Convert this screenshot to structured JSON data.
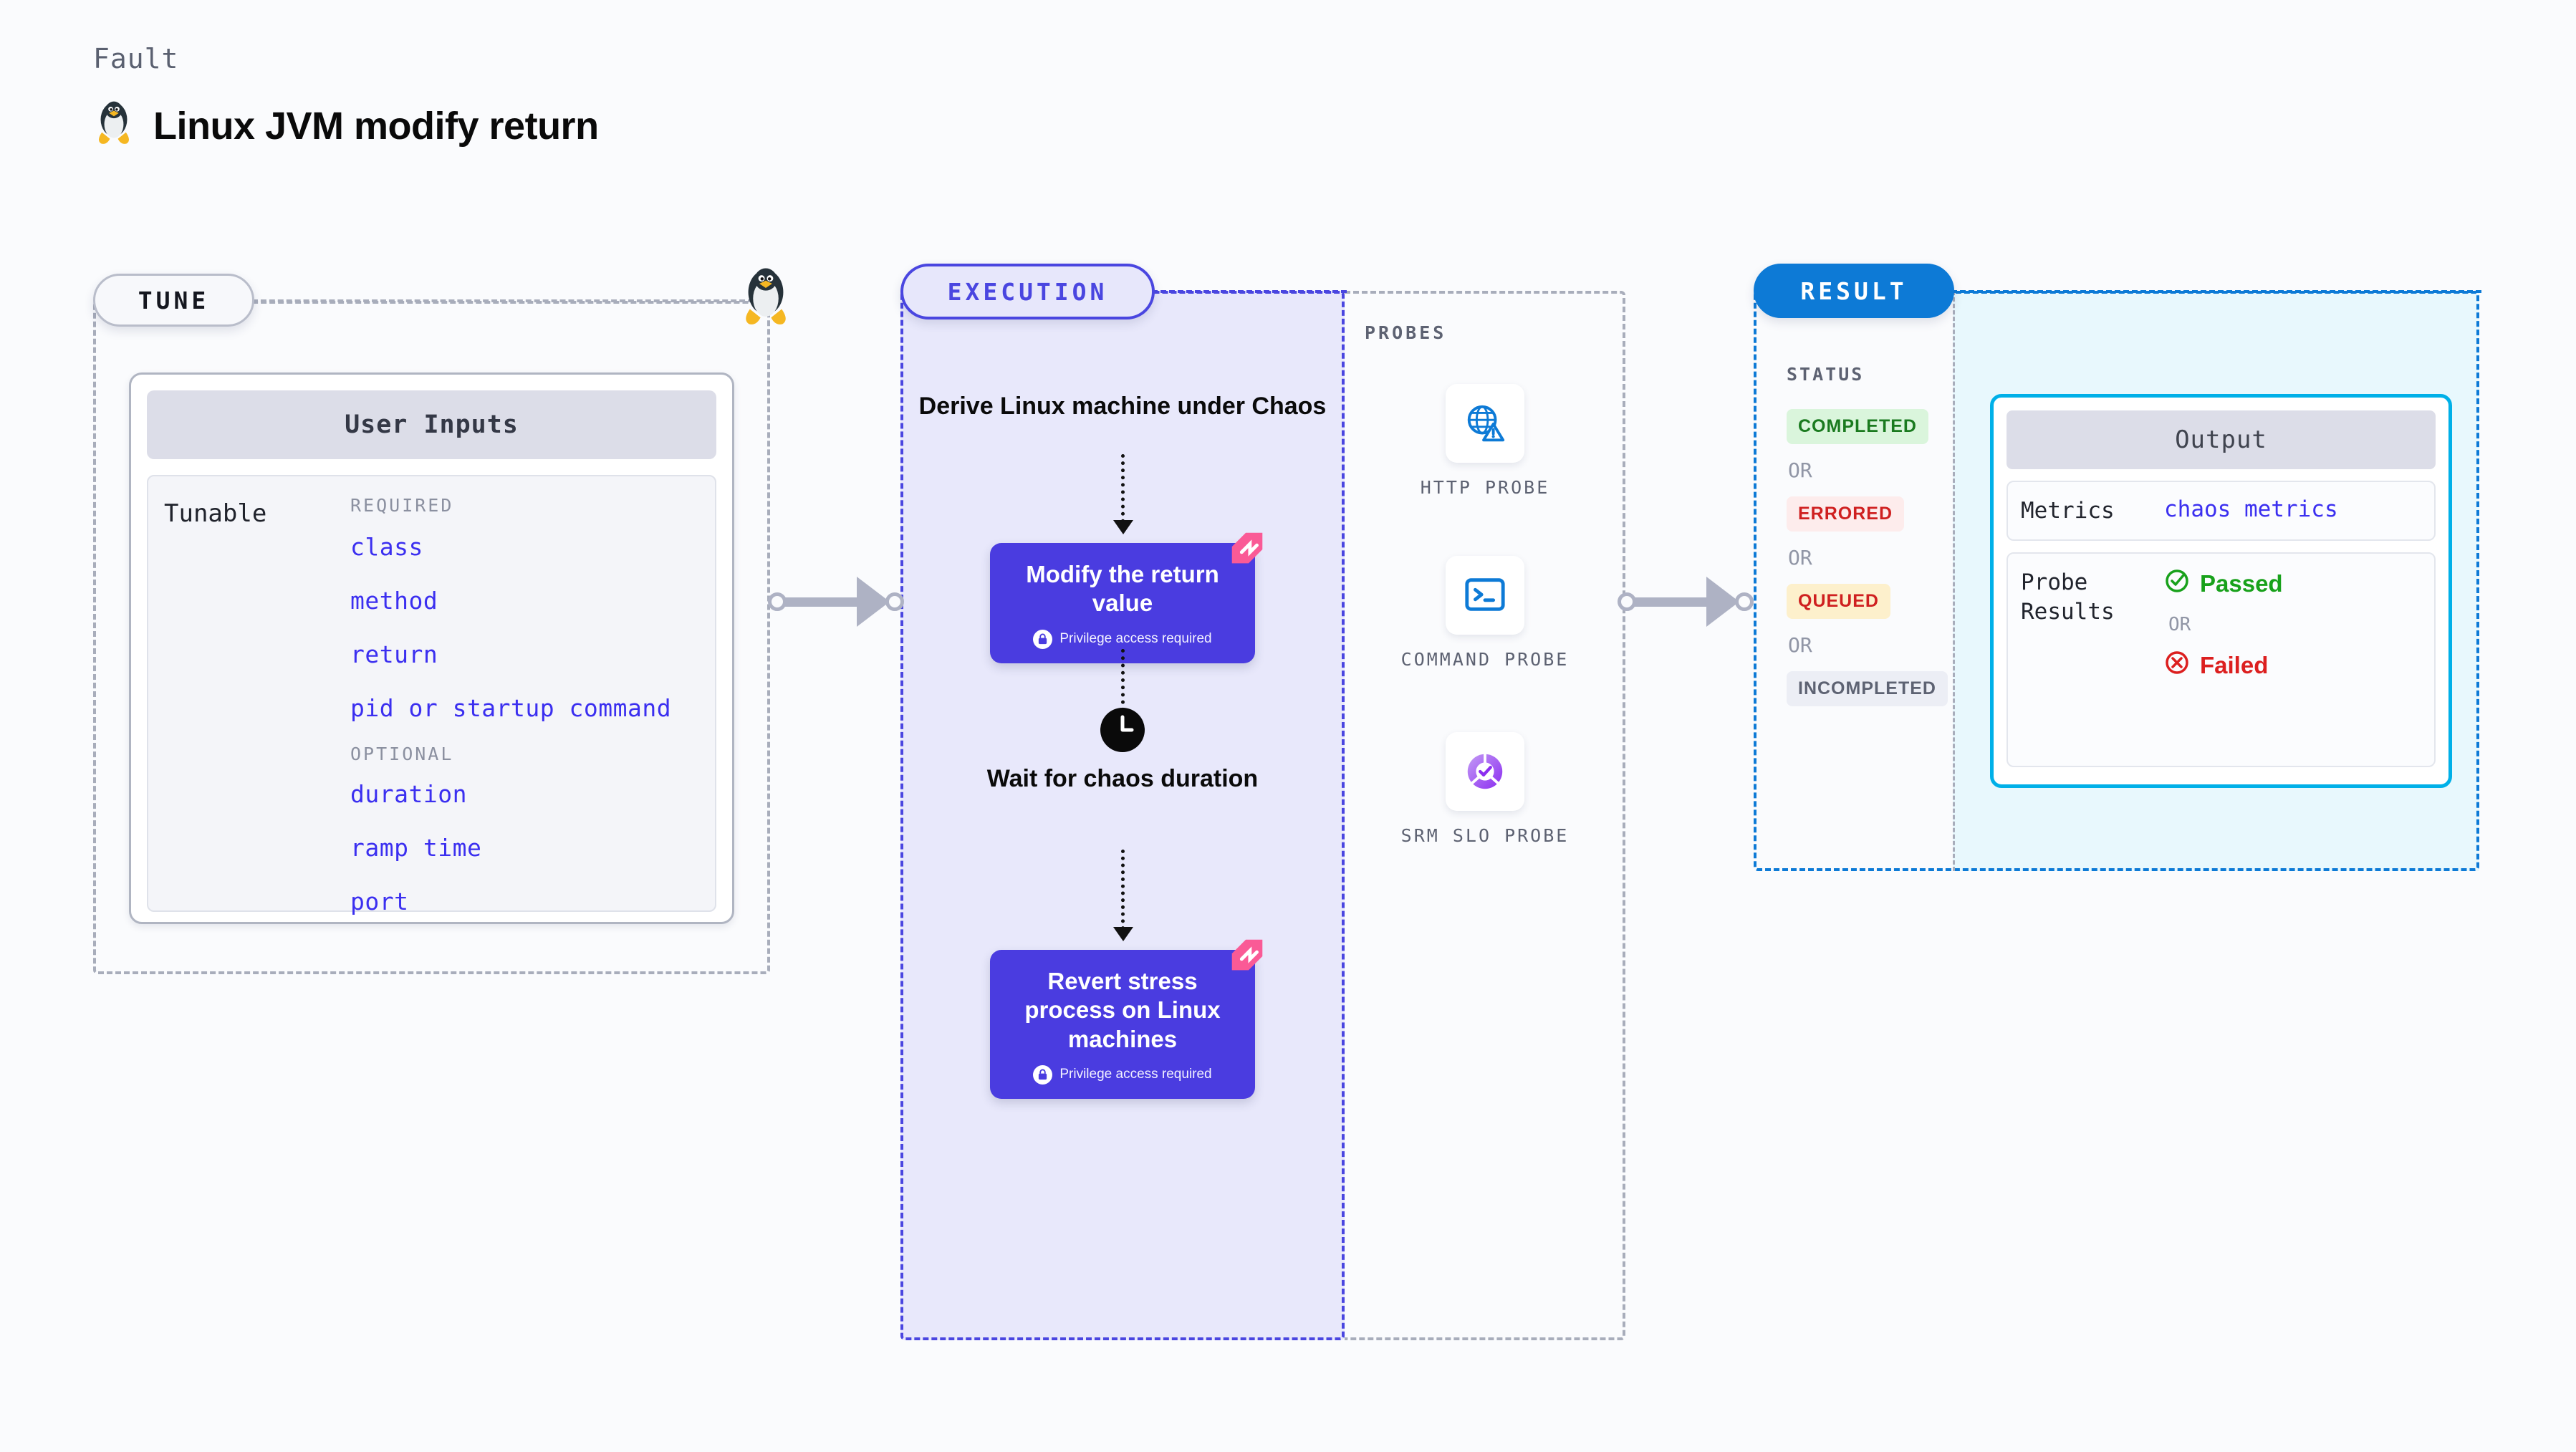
{
  "header": {
    "kicker": "Fault",
    "title": "Linux JVM modify return",
    "icon": "tux-penguin-icon"
  },
  "tune": {
    "pill_label": "TUNE",
    "card_title": "User Inputs",
    "tunable_label": "Tunable",
    "required_title": "REQUIRED",
    "required_items": [
      "class",
      "method",
      "return",
      "pid or startup command"
    ],
    "optional_title": "OPTIONAL",
    "optional_items": [
      "duration",
      "ramp time",
      "port"
    ]
  },
  "execution": {
    "pill_label": "EXECUTION",
    "step_derive": "Derive Linux machine under Chaos",
    "action_modify": "Modify the return value",
    "privilege_note": "Privilege access required",
    "step_wait": "Wait for chaos duration",
    "action_revert": "Revert stress process on Linux machines"
  },
  "probes": {
    "title": "PROBES",
    "items": [
      {
        "label": "HTTP PROBE",
        "icon": "globe-warning-icon"
      },
      {
        "label": "COMMAND PROBE",
        "icon": "terminal-icon"
      },
      {
        "label": "SRM SLO PROBE",
        "icon": "slo-gauge-icon"
      }
    ]
  },
  "result": {
    "pill_label": "RESULT",
    "status_title": "STATUS",
    "or_label": "OR",
    "statuses": [
      {
        "label": "COMPLETED",
        "bg": "#daf5dc",
        "fg": "#1a7a1f"
      },
      {
        "label": "ERRORED",
        "bg": "#fdecec",
        "fg": "#cf2020"
      },
      {
        "label": "QUEUED",
        "bg": "#fdf0cc",
        "fg": "#cf2020"
      },
      {
        "label": "INCOMPLETED",
        "bg": "#eceef5",
        "fg": "#5d6272"
      }
    ],
    "output": {
      "title": "Output",
      "metrics_key": "Metrics",
      "metrics_value": "chaos metrics",
      "probe_results_key": "Probe Results",
      "passed_label": "Passed",
      "failed_label": "Failed",
      "or_label": "OR"
    }
  },
  "colors": {
    "execution_accent": "#4a46e0",
    "result_accent": "#0d7ad6",
    "output_border": "#00b0e8",
    "tunable_blue": "#3b2ff0",
    "litmus_pink": "#fa5a96",
    "action_purple": "#4a3ce0"
  }
}
